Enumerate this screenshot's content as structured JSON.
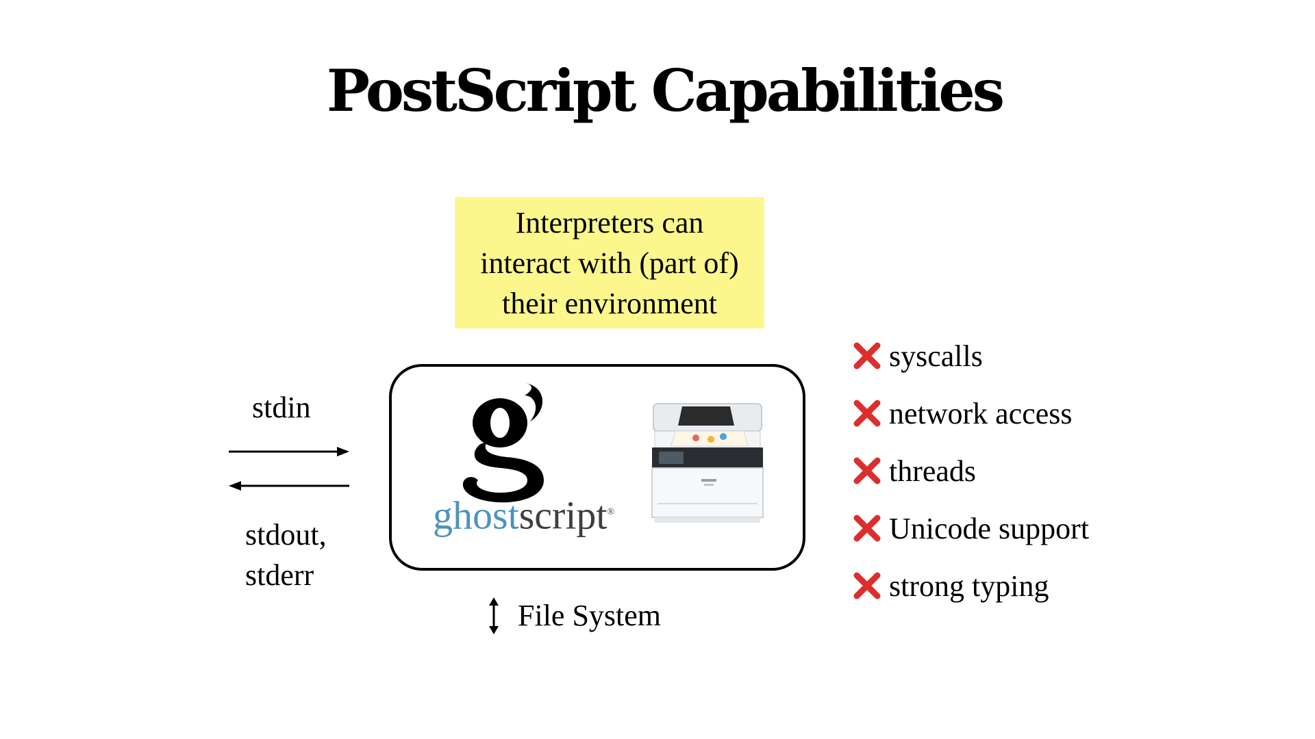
{
  "slide": {
    "title": "PostScript Capabilities",
    "callout": {
      "lines": [
        "Interpreters can",
        "interact with (part of)",
        "their environment"
      ]
    },
    "io": {
      "stdin_label": "stdin",
      "stdout_line1": "stdout,",
      "stdout_line2": "stderr"
    },
    "filesystem_label": "File System",
    "ghostscript_logo": {
      "ghost": "ghost",
      "script": "script",
      "registered": "®"
    },
    "missing_features": [
      "syscalls",
      "network access",
      "threads",
      "Unicode support",
      "strong typing"
    ],
    "colors": {
      "callout_background": "#fcf78c",
      "cross_mark": "#dd2e2e",
      "ghostscript_blue": "#4b93bd"
    },
    "icons": {
      "missing_marker": "cross-mark-icon",
      "io_in": "arrow-right-icon",
      "io_out": "arrow-left-icon",
      "filesystem": "up-down-arrow-icon",
      "interpreter": "ghostscript-logo",
      "device": "printer-icon"
    }
  }
}
